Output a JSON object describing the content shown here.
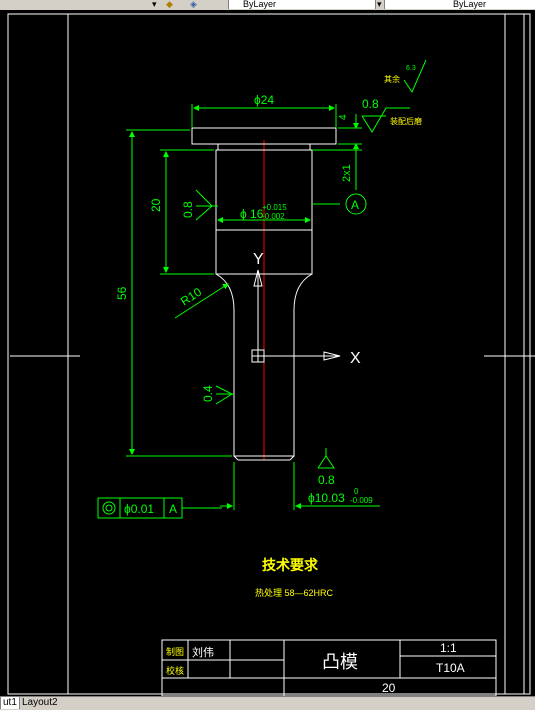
{
  "toolbar": {
    "layer_label": "ByLayer",
    "linetype_label": "ByLayer"
  },
  "drawing": {
    "dim_top_diameter": "ϕ24",
    "dim_flange_height": "4",
    "dim_chamfer": "2x1",
    "dim_length_20": "20",
    "dim_length_56": "56",
    "dim_radius": "R10",
    "rough_08_top": "0.8",
    "rough_note_top": "其余",
    "rough_63": "6.3",
    "rough_note_assembly": "装配后磨",
    "rough_08_left": "0.8",
    "rough_04": "0.4",
    "rough_08_bottom": "0.8",
    "dim_mid_diameter": "ϕ 16",
    "dim_mid_tol_upper": "+0.015",
    "dim_mid_tol_lower": "-0.002",
    "dim_bottom_diameter": "ϕ10.03",
    "dim_bottom_tol_upper": "0",
    "dim_bottom_tol_lower": "-0.009",
    "datum_label": "A",
    "tol_value": "ϕ0.01",
    "tol_datum": "A",
    "axis_y": "Y",
    "axis_x": "X",
    "req_title": "技术要求",
    "req_text": "热处理 58—62HRC"
  },
  "title_block": {
    "drawer_label": "制图",
    "drawer_name": "刘伟",
    "checker_label": "校核",
    "part_name": "凸模",
    "scale": "1:1",
    "material": "T10A",
    "quantity": "20"
  },
  "status": {
    "tab_layout1": "ut1",
    "tab_layout2": "Layout2"
  },
  "colors": {
    "green": "#00ff00",
    "white": "#ffffff",
    "red": "#ff0000",
    "background": "#000000"
  }
}
